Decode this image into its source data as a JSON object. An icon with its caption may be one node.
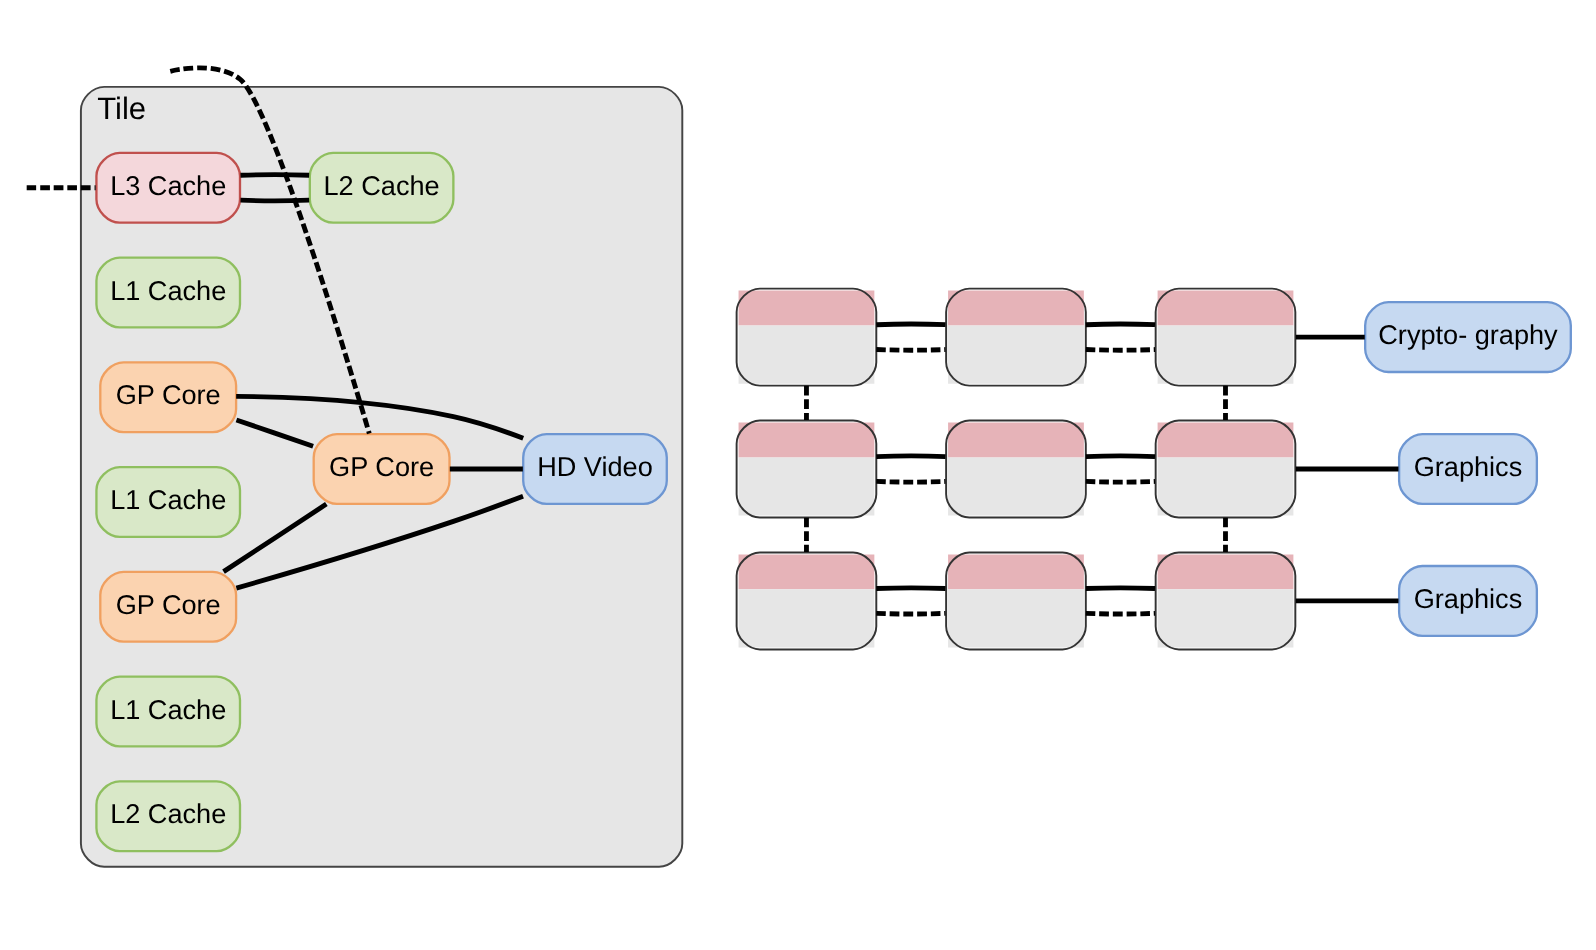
{
  "diagram": {
    "nodes": [
      {
        "text": [
          "Tile"
        ]
      },
      {
        "text": [
          "L3 Cache"
        ],
        "in": 0
      },
      {
        "text": [
          "L2 Cache"
        ],
        "in": 0
      },
      {
        "text": [
          "L1 Cache"
        ],
        "in": 0
      },
      {
        "text": [
          "GP Core"
        ],
        "in": 0
      },
      {
        "text": [
          "L1 Cache"
        ],
        "in": 0
      },
      {
        "text": [
          "GP Core"
        ],
        "in": 0
      },
      {
        "text": [
          "GP Core"
        ],
        "in": 0
      },
      {
        "text": [
          "HD Video"
        ],
        "in": 0
      },
      {
        "text": [
          "L1 Cache"
        ],
        "in": 0
      },
      {
        "text": [
          "L2 Cache"
        ],
        "in": 0
      },
      {
        "text": [],
        "shape": "box"
      },
      {
        "text": [],
        "shape": "box"
      },
      {
        "text": [],
        "shape": "box"
      },
      {
        "text": [],
        "shape": "box"
      },
      {
        "text": [],
        "shape": "box"
      },
      {
        "text": [],
        "shape": "box"
      },
      {
        "text": [],
        "shape": "box"
      },
      {
        "text": [],
        "shape": "box"
      },
      {
        "text": [],
        "shape": "box"
      },
      {
        "text": [
          "Crypto- graphy"
        ]
      },
      {
        "text": [
          "Graphics"
        ]
      },
      {
        "text": [
          "Graphics"
        ]
      }
    ],
    "edges": [
      {
        "from": null,
        "to": 1,
        "arrow": "none",
        "style": "dashed"
      },
      {
        "from": 1,
        "to": 2,
        "arrow": "none"
      },
      {
        "from": 1,
        "to": 2,
        "arrow": "none"
      },
      {
        "from": 4,
        "to": 7,
        "arrow": "none"
      },
      {
        "from": 4,
        "to": 8,
        "arrow": "none"
      },
      {
        "from": 6,
        "to": 7,
        "arrow": "none"
      },
      {
        "from": 6,
        "to": 8,
        "arrow": "none"
      },
      {
        "from": 7,
        "to": 8,
        "arrow": "none"
      },
      {
        "from": null,
        "to": 7,
        "arrow": "none",
        "style": "dashed"
      },
      {
        "from": 11,
        "to": 12,
        "arrow": "none",
        "style": "dashed"
      },
      {
        "from": 12,
        "to": 13,
        "arrow": "none",
        "style": "dashed"
      },
      {
        "from": 14,
        "to": 15,
        "arrow": "none",
        "style": "dashed"
      },
      {
        "from": 15,
        "to": 16,
        "arrow": "none",
        "style": "dashed"
      },
      {
        "from": 17,
        "to": 18,
        "arrow": "none",
        "style": "dashed"
      },
      {
        "from": 18,
        "to": 19,
        "arrow": "none",
        "style": "dashed"
      },
      {
        "from": 11,
        "to": 14,
        "arrow": "none",
        "style": "dashed"
      },
      {
        "from": 14,
        "to": 17,
        "arrow": "none",
        "style": "dashed"
      },
      {
        "from": 13,
        "to": 16,
        "arrow": "none",
        "style": "dashed"
      },
      {
        "from": 16,
        "to": 19,
        "arrow": "none",
        "style": "dashed"
      },
      {
        "from": 11,
        "to": 12,
        "arrow": "none"
      },
      {
        "from": 12,
        "to": 13,
        "arrow": "none"
      },
      {
        "from": 13,
        "to": 20,
        "arrow": "none"
      },
      {
        "from": 14,
        "to": 15,
        "arrow": "none"
      },
      {
        "from": 15,
        "to": 16,
        "arrow": "none"
      },
      {
        "from": 16,
        "to": 21,
        "arrow": "none"
      },
      {
        "from": 17,
        "to": 18,
        "arrow": "none"
      },
      {
        "from": 18,
        "to": 19,
        "arrow": "none"
      },
      {
        "from": 19,
        "to": 22,
        "arrow": "none"
      }
    ]
  }
}
